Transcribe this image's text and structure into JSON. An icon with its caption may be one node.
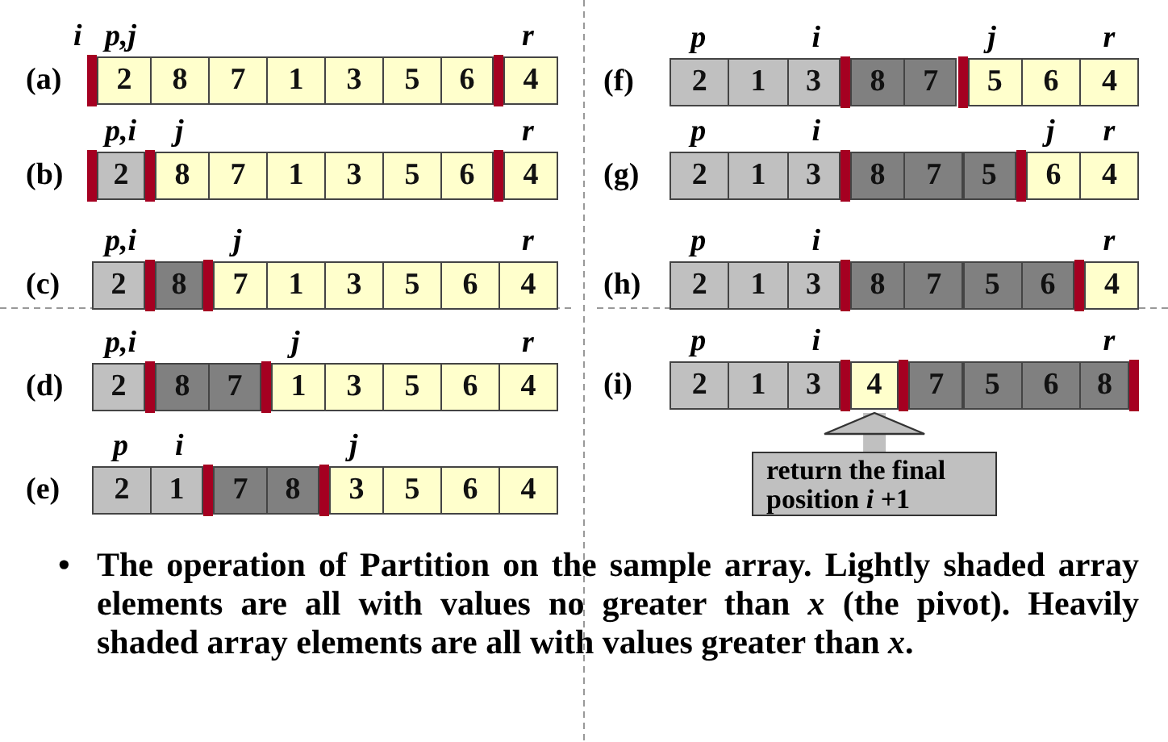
{
  "diagram": {
    "caption": "The operation of Partition on the sample array. Lightly shaded array elements are all with values no greater than *x* (the pivot). Heavily shaded array elements are all with values greater than *x*.",
    "nodes": [
      {
        "text": [
          "2"
        ]
      },
      {
        "text": [
          "8"
        ]
      },
      {
        "text": [
          "7"
        ]
      },
      {
        "text": [
          "1"
        ]
      },
      {
        "text": [
          "3"
        ]
      },
      {
        "text": [
          "5"
        ]
      },
      {
        "text": [
          "6"
        ]
      },
      {
        "text": [
          "4"
        ]
      },
      {
        "text": [
          "2"
        ]
      },
      {
        "text": [
          "8"
        ]
      },
      {
        "text": [
          "7"
        ]
      },
      {
        "text": [
          "1"
        ]
      },
      {
        "text": [
          "3"
        ]
      },
      {
        "text": [
          "5"
        ]
      },
      {
        "text": [
          "6"
        ]
      },
      {
        "text": [
          "4"
        ]
      },
      {
        "text": [
          "2"
        ]
      },
      {
        "text": [
          "8"
        ]
      },
      {
        "text": [
          "7"
        ]
      },
      {
        "text": [
          "1"
        ]
      },
      {
        "text": [
          "3"
        ]
      },
      {
        "text": [
          "5"
        ]
      },
      {
        "text": [
          "6"
        ]
      },
      {
        "text": [
          "4"
        ]
      },
      {
        "text": [
          "2"
        ]
      },
      {
        "text": [
          "8"
        ]
      },
      {
        "text": [
          "7"
        ]
      },
      {
        "text": [
          "1"
        ]
      },
      {
        "text": [
          "3"
        ]
      },
      {
        "text": [
          "5"
        ]
      },
      {
        "text": [
          "6"
        ]
      },
      {
        "text": [
          "4"
        ]
      },
      {
        "text": [
          "2"
        ]
      },
      {
        "text": [
          "1"
        ]
      },
      {
        "text": [
          "7"
        ]
      },
      {
        "text": [
          "8"
        ]
      },
      {
        "text": [
          "3"
        ]
      },
      {
        "text": [
          "5"
        ]
      },
      {
        "text": [
          "6"
        ]
      },
      {
        "text": [
          "4"
        ]
      },
      {
        "text": [
          "2"
        ]
      },
      {
        "text": [
          "1"
        ]
      },
      {
        "text": [
          "3"
        ]
      },
      {
        "text": [
          "8"
        ]
      },
      {
        "text": [
          "7"
        ]
      },
      {
        "text": [
          "5"
        ]
      },
      {
        "text": [
          "6"
        ]
      },
      {
        "text": [
          "4"
        ]
      },
      {
        "text": [
          "2"
        ]
      },
      {
        "text": [
          "1"
        ]
      },
      {
        "text": [
          "3"
        ]
      },
      {
        "text": [
          "8"
        ]
      },
      {
        "text": [
          "7"
        ]
      },
      {
        "text": [
          "5"
        ]
      },
      {
        "text": [
          "6"
        ]
      },
      {
        "text": [
          "4"
        ]
      },
      {
        "text": [
          "2"
        ]
      },
      {
        "text": [
          "1"
        ]
      },
      {
        "text": [
          "3"
        ]
      },
      {
        "text": [
          "8"
        ]
      },
      {
        "text": [
          "7"
        ]
      },
      {
        "text": [
          "5"
        ]
      },
      {
        "text": [
          "6"
        ]
      },
      {
        "text": [
          "4"
        ]
      },
      {
        "text": [
          "2"
        ]
      },
      {
        "text": [
          "1"
        ]
      },
      {
        "text": [
          "3"
        ]
      },
      {
        "text": [
          "4"
        ]
      },
      {
        "text": [
          "7"
        ]
      },
      {
        "text": [
          "5"
        ]
      },
      {
        "text": [
          "6"
        ]
      },
      {
        "text": [
          "8"
        ]
      },
      {
        "text": [
          "return the final position *i* +1"
        ]
      }
    ],
    "edges": [
      {
        "from": 72,
        "to": 67,
        "arrow": "to"
      }
    ],
    "labels": [
      "(a)",
      "i",
      "p,j",
      "r",
      "(b)",
      "p,i",
      "j",
      "r",
      "(c)",
      "p,i",
      "j",
      "r",
      "(d)",
      "p,i",
      "j",
      "r",
      "(e)",
      "p",
      "i",
      "j",
      "(f)",
      "p",
      "i",
      "j",
      "r",
      "(g)",
      "p",
      "i",
      "j",
      "r",
      "(h)",
      "p",
      "i",
      "r",
      "(i)",
      "p",
      "i",
      "r",
      "•"
    ]
  }
}
